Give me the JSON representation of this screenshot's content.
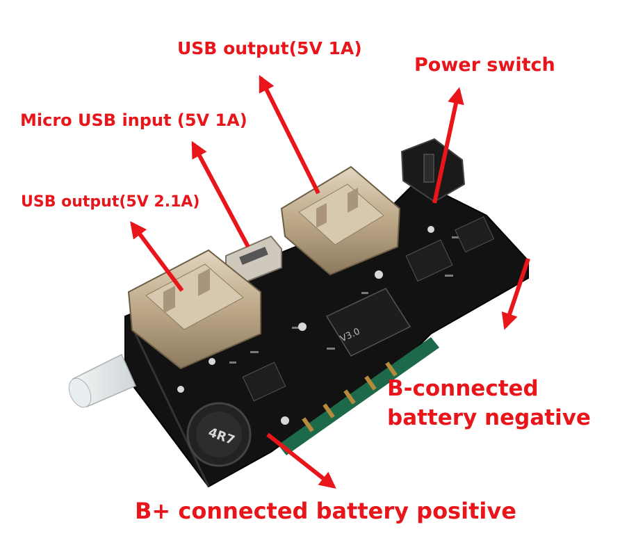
{
  "labels": {
    "usb_output_1a": "USB output(5V 1A)",
    "power_switch": "Power switch",
    "micro_usb_input": "Micro USB input (5V 1A)",
    "usb_output_2a": "USB output(5V 2.1A)",
    "b_negative_line1": "B-connected",
    "b_negative_line2": "battery negative",
    "b_positive": "B+ connected battery positive"
  },
  "board_markings": {
    "inductor": "4R7",
    "version": "V3.0"
  },
  "colors": {
    "annotation_red": "#e8151b",
    "pcb_black": "#111111",
    "usb_metal": "#c9b89a",
    "background": "#ffffff"
  }
}
